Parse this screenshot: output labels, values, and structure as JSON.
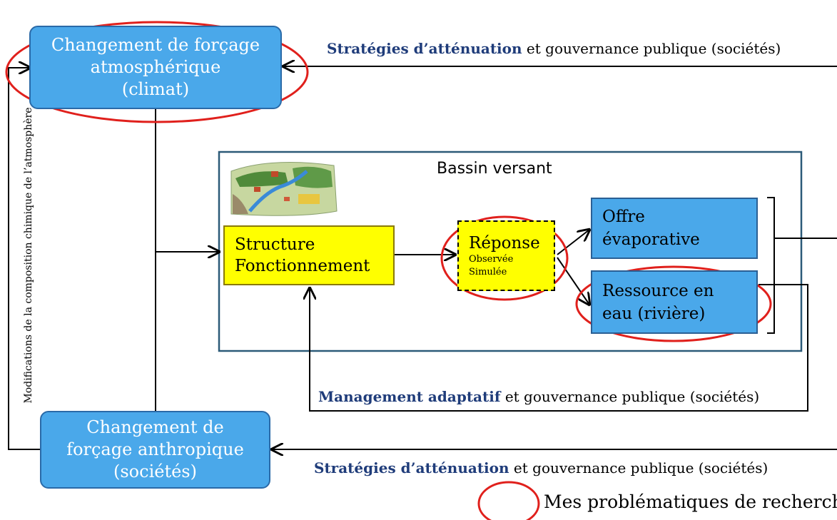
{
  "nodes": {
    "atmospheric": {
      "line1": "Changement de forçage",
      "line2": "atmosphérique",
      "line3": "(climat)"
    },
    "anthropic": {
      "line1": "Changement de",
      "line2": "forçage anthropique",
      "line3": "(sociétés)"
    },
    "basin": {
      "title": "Bassin versant"
    },
    "structure": {
      "line1": "Structure",
      "line2": "Fonctionnement"
    },
    "response": {
      "title": "Réponse",
      "line2": "Observée",
      "line3": "Simulée"
    },
    "offer": {
      "line1": "Offre",
      "line2": "évaporative"
    },
    "resource": {
      "line1": "Ressource en",
      "line2": "eau (rivière)"
    }
  },
  "edges": {
    "top": {
      "bold": "Stratégies d’atténuation",
      "rest": " et gouvernance publique (sociétés)"
    },
    "middle": {
      "bold": "Management adaptatif",
      "rest": " et gouvernance publique (sociétés)"
    },
    "bottom": {
      "bold": "Stratégies d’atténuation",
      "rest": " et gouvernance publique (sociétés)"
    },
    "vertical": "Modifications de la composition chimique de l’atmosphère"
  },
  "legend": {
    "label": "Mes problématiques de recherche"
  },
  "colors": {
    "box_blue": "#4aa8ea",
    "box_yellow": "#ffff00",
    "highlight_red": "#e0201c",
    "label_navy": "#1f3c7a",
    "frame": "#2c5a78"
  }
}
